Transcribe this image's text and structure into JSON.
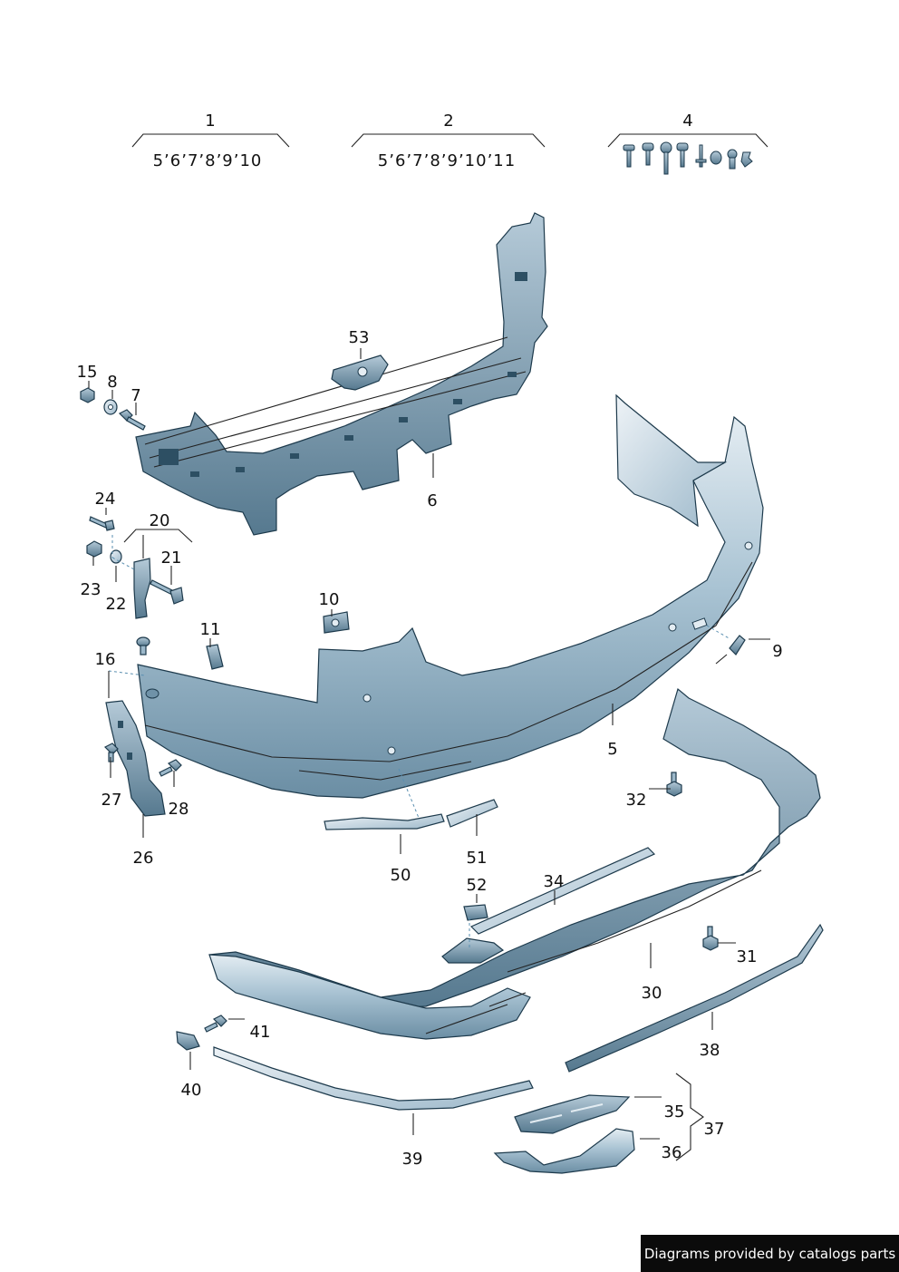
{
  "groups": [
    {
      "number": "1",
      "sub": "5’6’7’8’9’10"
    },
    {
      "number": "2",
      "sub": "5’6’7’8’9’10’11"
    },
    {
      "number": "4",
      "sub": ""
    }
  ],
  "labels": {
    "p5": "5",
    "p6": "6",
    "p7": "7",
    "p8": "8",
    "p9": "9",
    "p10": "10",
    "p11": "11",
    "p15": "15",
    "p16": "16",
    "p20": "20",
    "p21": "21",
    "p22": "22",
    "p23": "23",
    "p24": "24",
    "p26": "26",
    "p27": "27",
    "p28": "28",
    "p30": "30",
    "p31": "31",
    "p32": "32",
    "p34": "34",
    "p35": "35",
    "p36": "36",
    "p37": "37",
    "p38": "38",
    "p39": "39",
    "p40": "40",
    "p41": "41",
    "p50": "50",
    "p51": "51",
    "p52": "52",
    "p53": "53"
  },
  "footer": "Diagrams provided by catalogs parts",
  "colors": {
    "part_light": "#c9d9e4",
    "part_mid": "#8fb0c4",
    "part_dark": "#5f8399",
    "outline": "#1d3a4c",
    "footer_bg": "#0b0b0b"
  }
}
